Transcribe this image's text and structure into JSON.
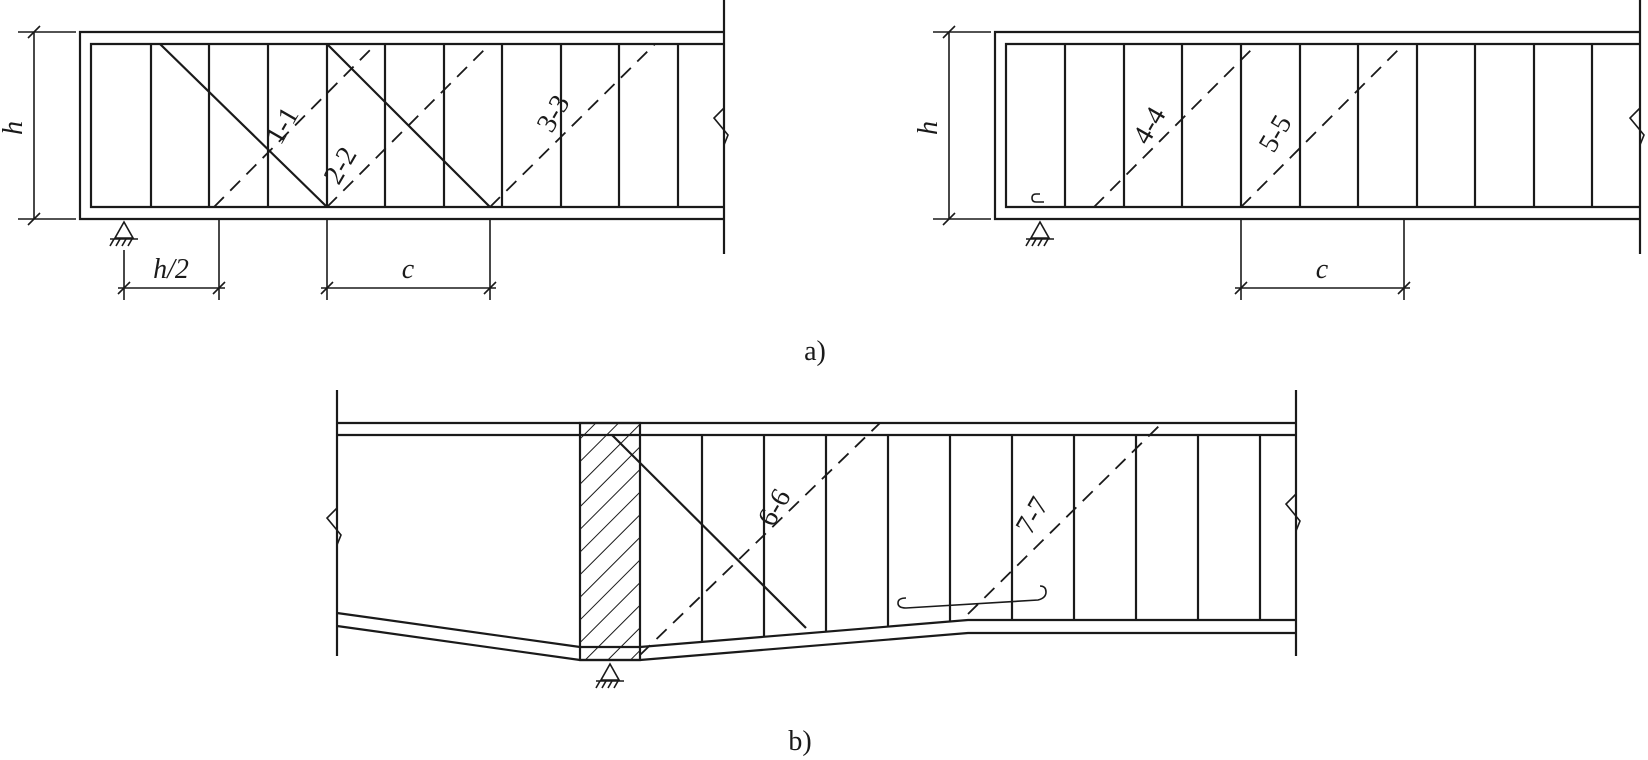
{
  "figure_a": {
    "caption": "a)",
    "left_beam": {
      "height_label": "h",
      "offset_label": "h/2",
      "spacing_label": "c",
      "sections": [
        "1-1",
        "2-2",
        "3-3"
      ]
    },
    "right_beam": {
      "height_label": "h",
      "spacing_label": "c",
      "sections": [
        "4-4",
        "5-5"
      ]
    }
  },
  "figure_b": {
    "caption": "b)",
    "sections": [
      "6-6",
      "7-7"
    ]
  }
}
